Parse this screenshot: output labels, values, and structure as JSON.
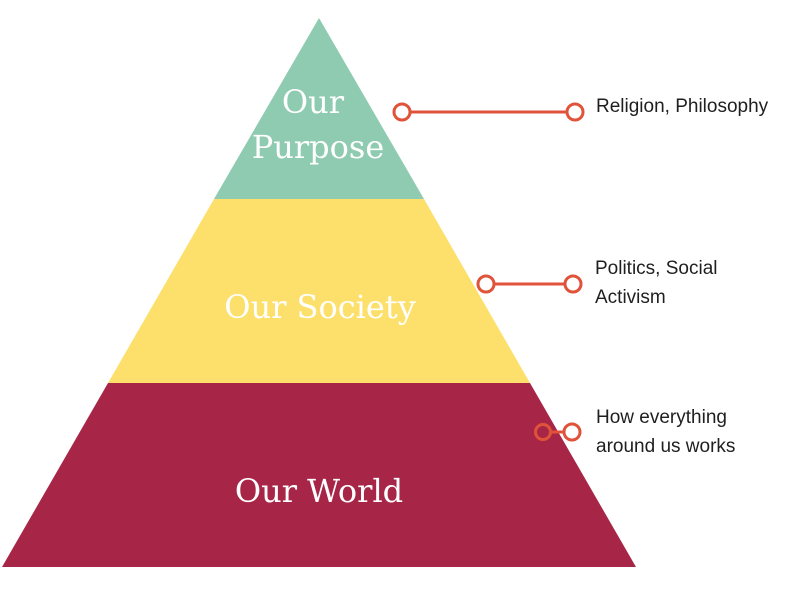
{
  "pyramid": {
    "tiers": [
      {
        "id": "top",
        "label_lines": [
          "Our",
          "Purpose"
        ],
        "color": "#8ecbb1"
      },
      {
        "id": "middle",
        "label_lines": [
          "Our Society"
        ],
        "color": "#fce06b"
      },
      {
        "id": "bottom",
        "label_lines": [
          "Our World"
        ],
        "color": "#a72647"
      }
    ]
  },
  "annotations": [
    {
      "tier": "top",
      "lines": [
        "Religion, Philosophy"
      ]
    },
    {
      "tier": "middle",
      "lines": [
        "Politics, Social",
        "Activism"
      ]
    },
    {
      "tier": "bottom",
      "lines": [
        "How everything",
        "around us works"
      ]
    }
  ],
  "colors": {
    "connector": "#e0533a",
    "label_text": "#ffffff",
    "annotation_text": "#1f1f1f"
  }
}
